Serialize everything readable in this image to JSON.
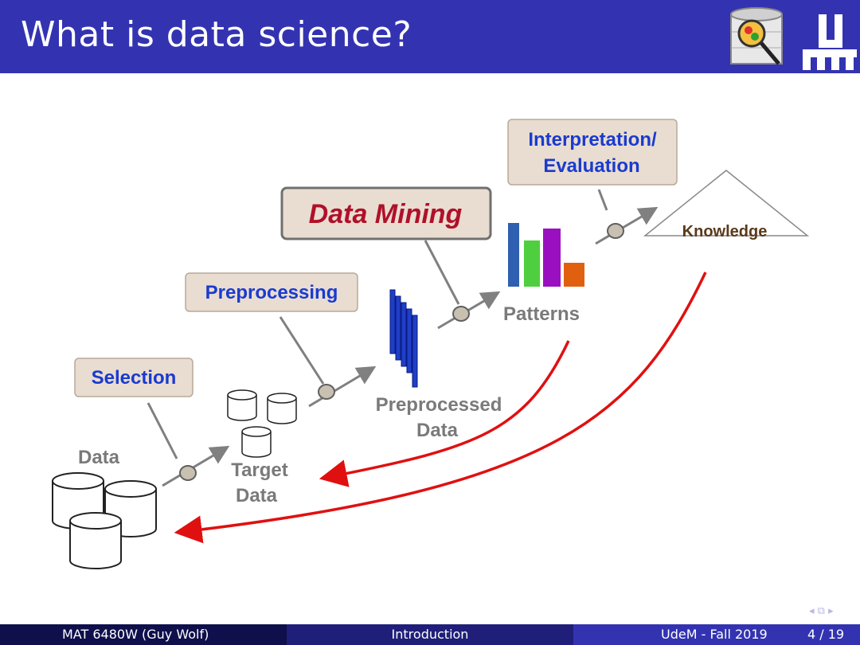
{
  "slide": {
    "title": "What is data science?",
    "colors": {
      "header": "#3333b2",
      "box_fill": "#e8ddd0",
      "box_text": "#1a3ad0",
      "mining_text": "#b0102a",
      "gray_text": "#7a7a7a",
      "arrow_red": "#e01010"
    }
  },
  "diagram": {
    "steps": {
      "selection": "Selection",
      "preprocessing": "Preprocessing",
      "data_mining": "Data Mining",
      "interpretation_line1": "Interpretation/",
      "interpretation_line2": "Evaluation"
    },
    "stages": {
      "data": "Data",
      "target_line1": "Target",
      "target_line2": "Data",
      "preprocessed_line1": "Preprocessed",
      "preprocessed_line2": "Data",
      "patterns": "Patterns",
      "knowledge": "Knowledge"
    }
  },
  "footer": {
    "author": "MAT 6480W  (Guy Wolf)",
    "section": "Introduction",
    "term": "UdeM - Fall 2019",
    "page": "4 / 19"
  }
}
